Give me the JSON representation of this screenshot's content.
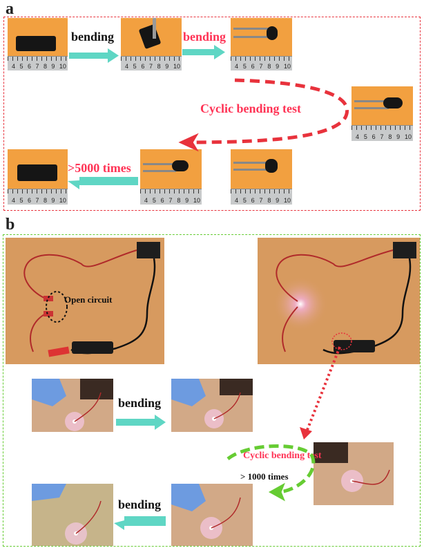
{
  "panel_a": {
    "letter": "a",
    "label_bending_1": "bending",
    "label_bending_2": "bending",
    "label_cyclic": "Cyclic bending test",
    "label_times": ">5000 times",
    "ruler_numbers": [
      "4",
      "5",
      "6",
      "7",
      "8",
      "9",
      "10"
    ]
  },
  "panel_b": {
    "letter": "b",
    "label_open_circuit": "Open circuit",
    "label_bending_1": "bending",
    "label_bending_2": "bending",
    "label_cyclic": "Cyclic bending test",
    "label_times": "> 1000 times"
  },
  "colors": {
    "red_dash": "#e8323c",
    "green_dash": "#66cc33",
    "teal_arrow": "#5fd6c4",
    "photo_orange": "#f2a040"
  }
}
